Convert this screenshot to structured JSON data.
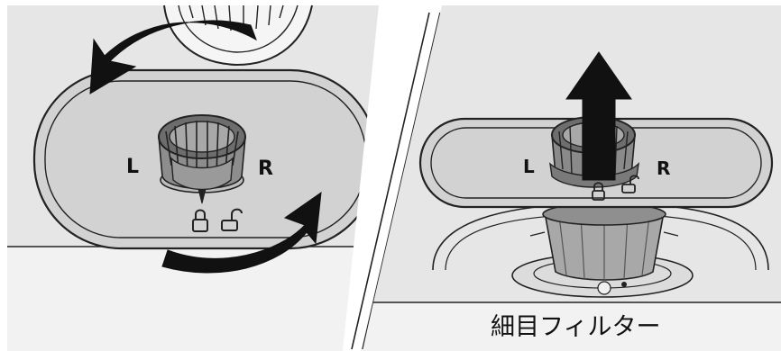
{
  "left_panel": {
    "label_left": "L",
    "label_right": "R",
    "lock_icon": "padlock-closed-icon",
    "unlock_icon": "padlock-open-icon",
    "arrows": "rotate-counterclockwise-icon"
  },
  "right_panel": {
    "label_left": "L",
    "label_right": "R",
    "lock_icon": "padlock-closed-icon",
    "unlock_icon": "padlock-open-icon",
    "arrow": "arrow-up-icon",
    "caption": "細目フィルター"
  },
  "colors": {
    "panel_bg": "#e6e6e6",
    "counter_bg": "#f0f0f0",
    "plate_fill": "#d2d2d2",
    "outline": "#222222",
    "arrow_fill": "#111111"
  }
}
